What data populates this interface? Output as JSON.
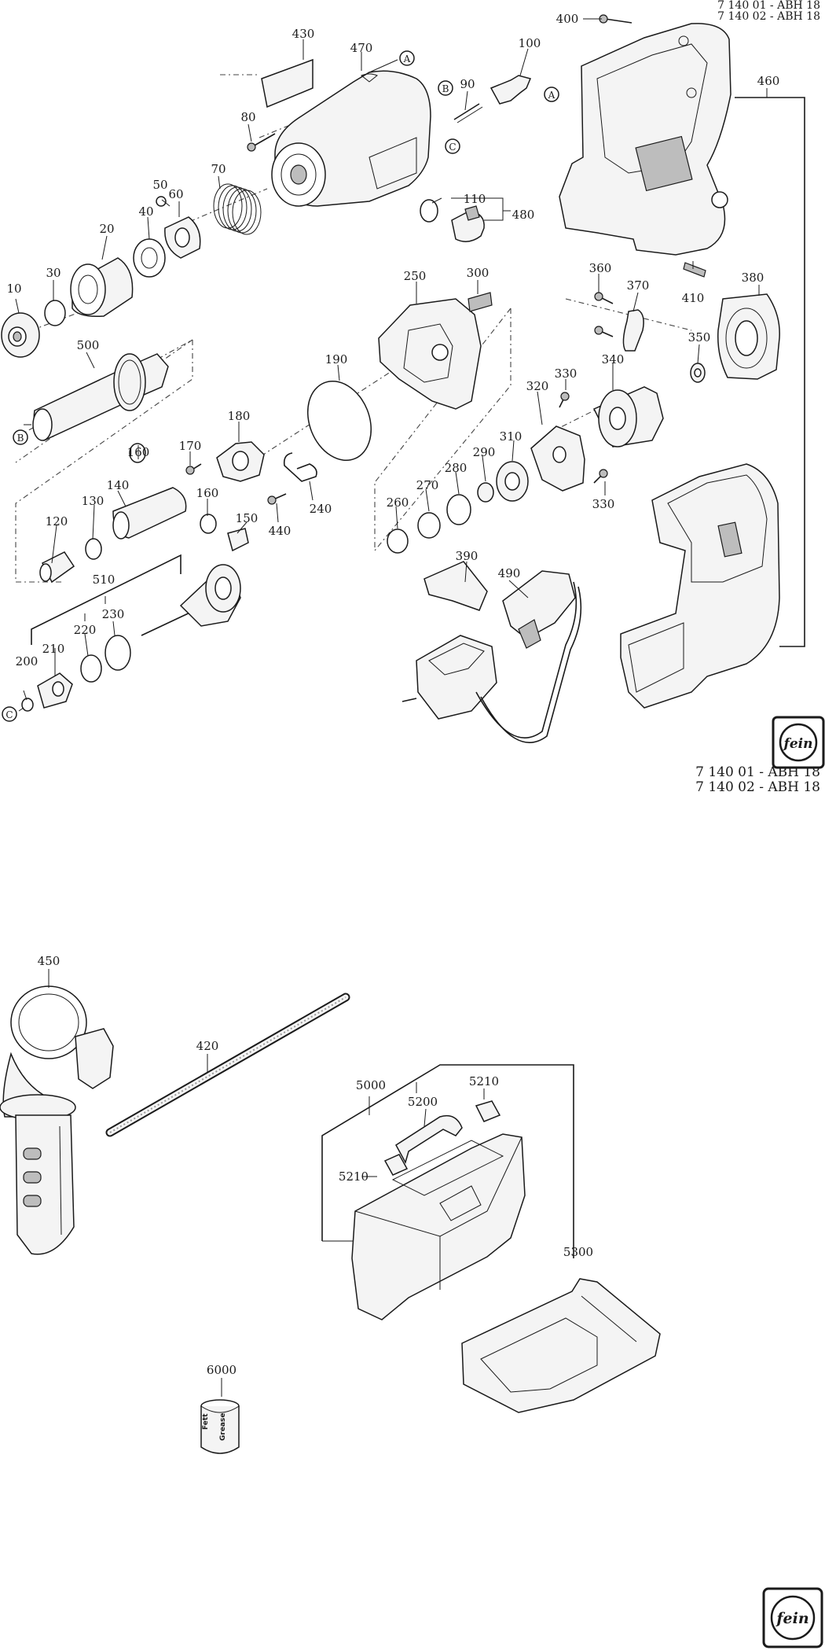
{
  "header": {
    "line1": "7 140 01 - ABH 18",
    "line2": "7 140 02 - ABH 18"
  },
  "footer": {
    "line1": "7 140 01 - ABH 18",
    "line2": "7 140 02 - ABH 18"
  },
  "logo": {
    "name": "fein-logo",
    "text": "fein"
  },
  "refs": {
    "a": "A",
    "b": "B",
    "c": "C"
  },
  "grease_label": {
    "line1": "Fett",
    "line2": "Grease"
  },
  "labels": {
    "p10": "10",
    "p20": "20",
    "p30": "30",
    "p40": "40",
    "p50": "50",
    "p60": "60",
    "p70": "70",
    "p80": "80",
    "p90": "90",
    "p100": "100",
    "p110": "110",
    "p120": "120",
    "p130": "130",
    "p140": "140",
    "p150": "150",
    "p160a": "160",
    "p160b": "160",
    "p170": "170",
    "p180": "180",
    "p190": "190",
    "p200": "200",
    "p210": "210",
    "p220": "220",
    "p230": "230",
    "p240": "240",
    "p250": "250",
    "p260": "260",
    "p270": "270",
    "p280": "280",
    "p290": "290",
    "p300": "300",
    "p310": "310",
    "p320": "320",
    "p330a": "330",
    "p330b": "330",
    "p340": "340",
    "p350": "350",
    "p360": "360",
    "p370": "370",
    "p380": "380",
    "p390": "390",
    "p400": "400",
    "p410": "410",
    "p420": "420",
    "p430": "430",
    "p440": "440",
    "p450": "450",
    "p460": "460",
    "p470": "470",
    "p480": "480",
    "p490": "490",
    "p500": "500",
    "p510": "510",
    "p5000": "5000",
    "p5200": "5200",
    "p5210a": "5210",
    "p5210b": "5210",
    "p5300": "5300",
    "p6000": "6000"
  }
}
